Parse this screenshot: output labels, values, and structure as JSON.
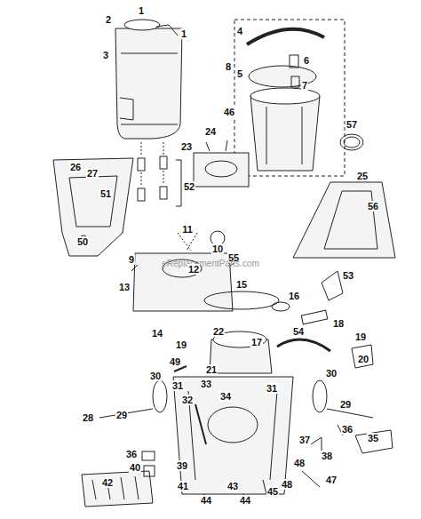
{
  "diagram": {
    "labels": [
      "1",
      "2",
      "1",
      "3",
      "4",
      "8",
      "5",
      "6",
      "7",
      "46",
      "57",
      "52",
      "24",
      "23",
      "26",
      "27",
      "51",
      "25",
      "56",
      "50",
      "11",
      "10",
      "9",
      "55",
      "eReplacementParts.com",
      "12",
      "53",
      "13",
      "15",
      "16",
      "18",
      "22",
      "14",
      "54",
      "17",
      "19",
      "19",
      "20",
      "49",
      "21",
      "30",
      "30",
      "33",
      "31",
      "31",
      "34",
      "32",
      "29",
      "29",
      "28",
      "36",
      "37",
      "35",
      "36",
      "38",
      "48",
      "39",
      "40",
      "47",
      "42",
      "48",
      "41",
      "43",
      "45",
      "44",
      "44"
    ]
  }
}
